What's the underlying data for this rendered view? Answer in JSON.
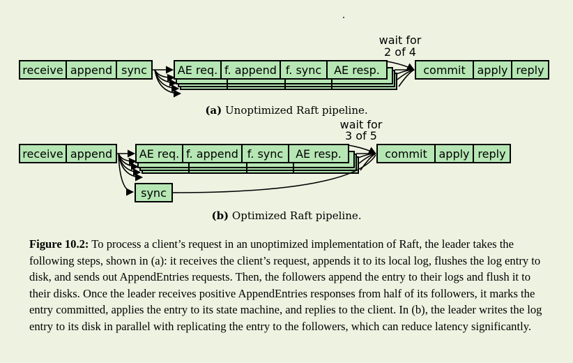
{
  "diagram_a": {
    "leader_steps": [
      "receive",
      "append",
      "sync"
    ],
    "follower_steps": [
      "AE req.",
      "f. append",
      "f. sync",
      "AE resp."
    ],
    "wait": [
      "wait for",
      "2 of 4"
    ],
    "final_steps": [
      "commit",
      "apply",
      "reply"
    ],
    "caption_label": "(a)",
    "caption_text": " Unoptimized Raft pipeline."
  },
  "diagram_b": {
    "leader_steps": [
      "receive",
      "append"
    ],
    "follower_steps": [
      "AE req.",
      "f. append",
      "f. sync",
      "AE resp."
    ],
    "parallel_step": "sync",
    "wait": [
      "wait for",
      "3 of 5"
    ],
    "final_steps": [
      "commit",
      "apply",
      "reply"
    ],
    "caption_label": "(b)",
    "caption_text": " Optimized Raft pipeline."
  },
  "figure_caption": {
    "label": "Figure 10.2:",
    "text": " To process a client’s request in an unoptimized implementation of Raft, the leader takes the following steps, shown in (a): it receives the client’s request, appends it to its local log, flushes the log entry to disk, and sends out AppendEntries requests. Then, the followers append the entry to their logs and flush it to their disks. Once the leader receives positive AppendEntries responses from half of its followers, it marks the entry committed, applies the entry to its state machine, and replies to the client. In (b), the leader writes the log entry to its disk in parallel with replicating the entry to the followers, which can reduce latency significantly."
  },
  "colors": {
    "box_fill": "#b6e6b4",
    "stroke": "#000000",
    "background": "#eef2e1"
  }
}
